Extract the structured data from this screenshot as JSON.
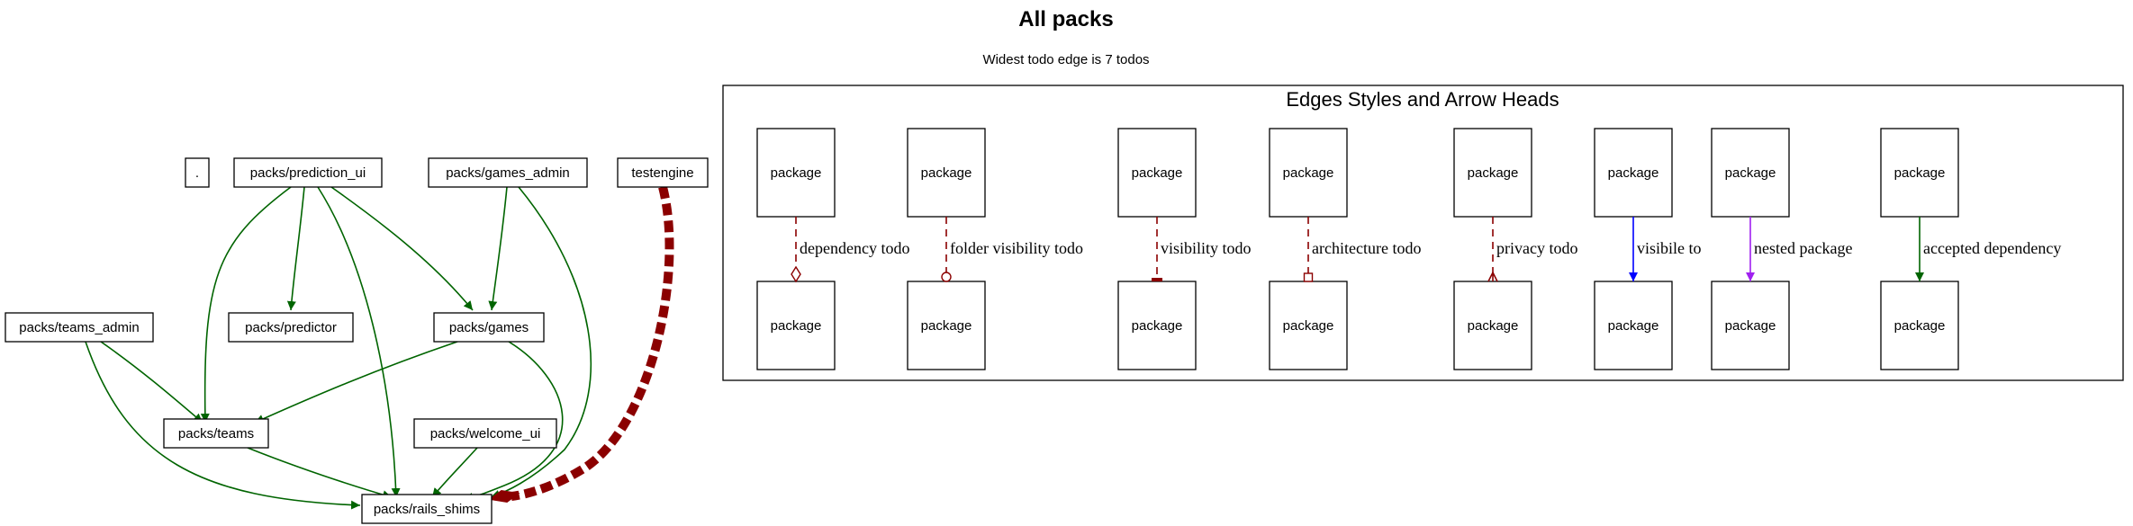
{
  "graph": {
    "title": "All packs",
    "subtitle": "Widest todo edge is 7 todos"
  },
  "nodes": {
    "dot": ".",
    "prediction_ui": "packs/prediction_ui",
    "games_admin": "packs/games_admin",
    "testengine": "testengine",
    "teams_admin": "packs/teams_admin",
    "predictor": "packs/predictor",
    "games": "packs/games",
    "teams": "packs/teams",
    "welcome_ui": "packs/welcome_ui",
    "rails_shims": "packs/rails_shims"
  },
  "legend": {
    "title": "Edges Styles and Arrow Heads",
    "package_label": "package",
    "edges": [
      {
        "label": "dependency todo",
        "color": "#8b0000",
        "style": "dashed",
        "head": "odiamond"
      },
      {
        "label": "folder visibility todo",
        "color": "#8b0000",
        "style": "dashed",
        "head": "odot"
      },
      {
        "label": "visibility todo",
        "color": "#8b0000",
        "style": "dashed",
        "head": "tee"
      },
      {
        "label": "architecture todo",
        "color": "#8b0000",
        "style": "dashed",
        "head": "obox"
      },
      {
        "label": "privacy todo",
        "color": "#8b0000",
        "style": "dashed",
        "head": "crow"
      },
      {
        "label": "visibile to",
        "color": "#0000ff",
        "style": "solid",
        "head": "normal"
      },
      {
        "label": "nested package",
        "color": "#a020f0",
        "style": "solid",
        "head": "normal"
      },
      {
        "label": "accepted dependency",
        "color": "#006400",
        "style": "solid",
        "head": "normal"
      }
    ]
  },
  "colors": {
    "dependency": "#006400",
    "todo": "#8b0000",
    "visible": "#0000ff",
    "nested": "#a020f0"
  }
}
